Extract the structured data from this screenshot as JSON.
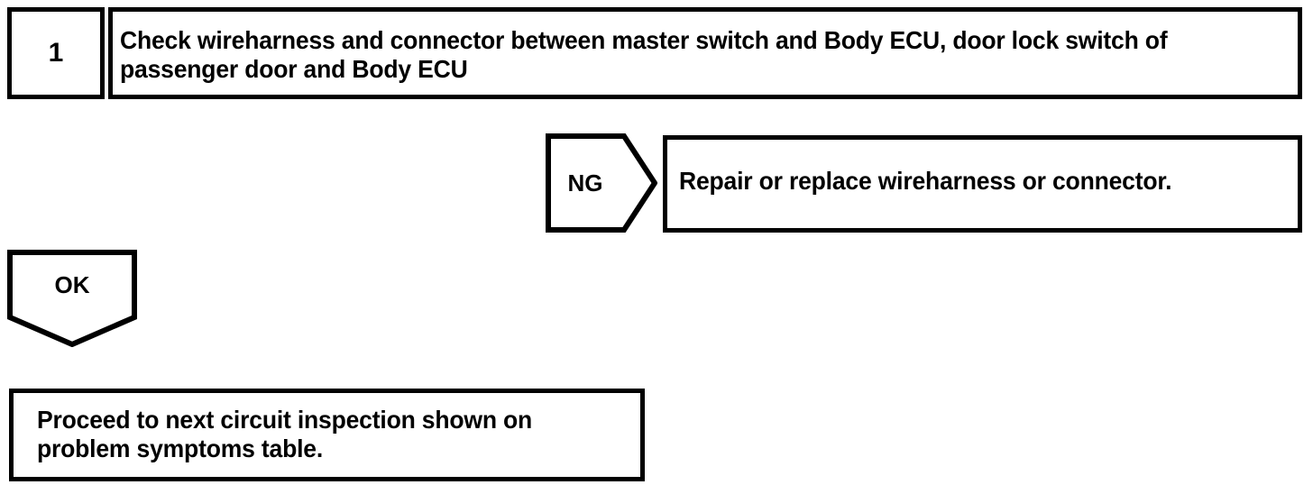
{
  "diagram": {
    "type": "troubleshooting-flowchart",
    "stroke_color": "#000000",
    "background_color": "#ffffff",
    "step": {
      "number": "1",
      "instruction": "Check wireharness and connector between master switch and Body ECU, door lock switch of passenger door and Body ECU"
    },
    "branch_ng": {
      "label": "NG",
      "shape": "right-arrow-pentagon",
      "result": "Repair or replace wireharness or connector."
    },
    "branch_ok": {
      "label": "OK",
      "shape": "down-arrow-pentagon",
      "result": "Proceed to next circuit inspection shown on problem symptoms table."
    }
  }
}
